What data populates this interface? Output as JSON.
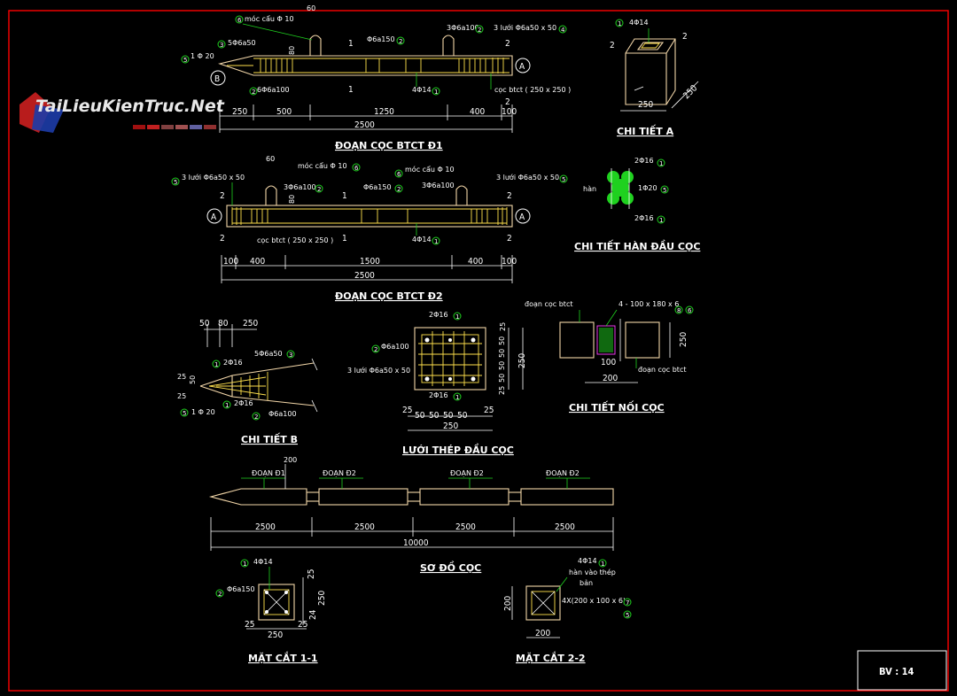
{
  "sheet": {
    "label": "BV : 14"
  },
  "watermark": {
    "text": "TaiLieuKienTruc.Net"
  },
  "d1": {
    "title": "ĐOẠN CỌC BTCT Đ1",
    "dims": [
      "250",
      "500",
      "1250",
      "400",
      "100"
    ],
    "dim_80": "80",
    "total": "2500",
    "top_dim": "60",
    "labels": {
      "hook": "móc cẩu Φ 10",
      "s1": "5Φ6a50",
      "s2": "Φ6a150",
      "s3": "3Φ6a100",
      "mesh": "3 lưới Φ6a50 x 50",
      "p5": "1 Φ 20",
      "s4": "6Φ6a100",
      "main": "4Φ14",
      "pile": "cọc btct ( 250 x 250 )"
    },
    "markers": {
      "A": "A",
      "B": "B",
      "s1": "1",
      "s2": "2"
    }
  },
  "d2": {
    "title": "ĐOẠN CỌC BTCT Đ2",
    "dims": [
      "100",
      "400",
      "1500",
      "400",
      "100"
    ],
    "dim_80": "80",
    "total": "2500",
    "top_dim": "60",
    "labels": {
      "hook1": "móc cẩu Φ 10",
      "hook2": "móc cẩu Φ 10",
      "s3": "3Φ6a100",
      "s3b": "3Φ6a100",
      "s2": "Φ6a150",
      "meshL": "3 lưới Φ6a50 x 50",
      "meshR": "3 lưới Φ6a50 x 50",
      "main": "4Φ14",
      "pile": "cọc btct ( 250 x 250 )"
    }
  },
  "detail_a": {
    "title": "CHI TIẾT A",
    "label": "4Φ14",
    "dim1": "250",
    "dim2": "250",
    "sec": "2"
  },
  "detail_weld": {
    "title": "CHI TIẾT HÀN ĐẦU CỌC",
    "l1": "2Φ16",
    "l2": "1Φ20",
    "l3": "2Φ16",
    "han": "hàn"
  },
  "detail_b": {
    "title": "CHI TIẾT B",
    "top_dims": [
      "50",
      "80",
      "250"
    ],
    "side_dims": [
      "25",
      "50",
      "25"
    ],
    "l1": "2Φ16",
    "l2": "5Φ6a50",
    "l3": "2Φ16",
    "l4": "1 Φ 20",
    "l5": "Φ6a100"
  },
  "mesh_head": {
    "title": "LƯỚI THÉP ĐẦU CỌC",
    "top": "2Φ16",
    "bottom": "2Φ16",
    "left": "Φ6a100",
    "mesh": "3 lưới Φ6a50 x 50",
    "right_dims": [
      "25",
      "50",
      "50",
      "50",
      "50",
      "25"
    ],
    "right_total": "250",
    "bottom_dims": [
      "25",
      "50",
      "50",
      "50",
      "50",
      "25"
    ],
    "bottom_total": "250"
  },
  "splice": {
    "title": "CHI TIẾT NỐI CỌC",
    "pile_top": "đoạn cọc btct",
    "pile_bot": "đoạn cọc btct",
    "plate": "4 - 100 x 180 x 6",
    "dim_side": "250",
    "dim_gap": "100",
    "dim_bot": "200"
  },
  "scheme": {
    "title": "SƠ ĐỒ CỌC",
    "segments": [
      "ĐOẠN Đ1",
      "ĐOẠN Đ2",
      "ĐOẠN Đ2",
      "ĐOẠN Đ2"
    ],
    "dims": [
      "2500",
      "2500",
      "2500",
      "2500"
    ],
    "total": "10000",
    "top": "200"
  },
  "sec11": {
    "title": "MẶT CẮT 1-1",
    "l1": "4Φ14",
    "l2": "Φ6a150",
    "dims_side": [
      "25",
      "250",
      "24"
    ],
    "dims_bot": [
      "25",
      "250",
      "25"
    ]
  },
  "sec22": {
    "title": "MẶT CẮT 2-2",
    "l1": "4Φ14",
    "l2": "hàn vào thép",
    "l2b": "bản",
    "l3": "4X(200 x 100 x 6)",
    "dim_side": "200",
    "dim_bot": "200"
  }
}
